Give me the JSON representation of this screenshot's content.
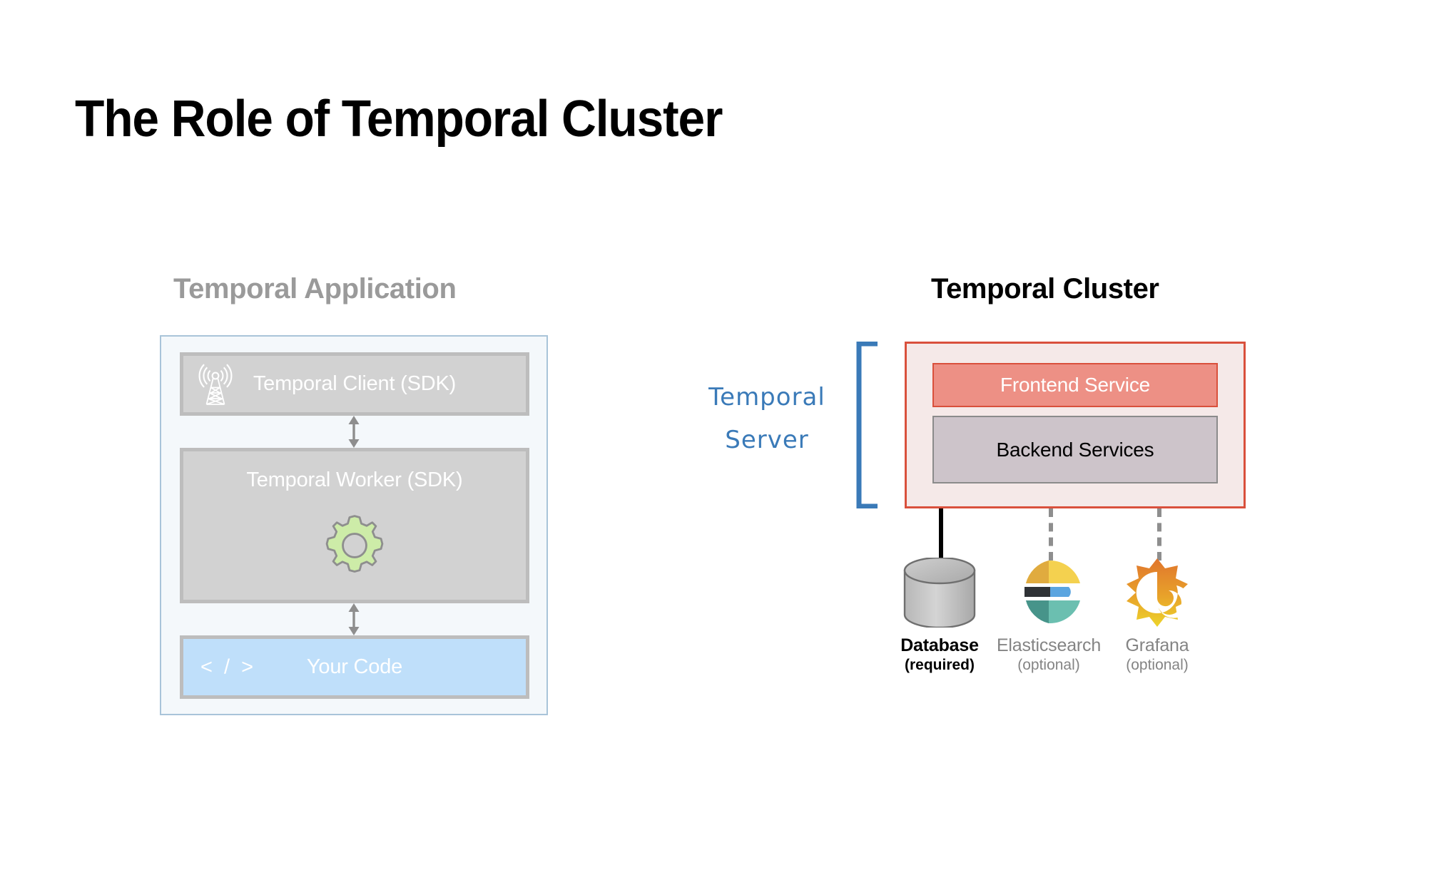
{
  "slide": {
    "title": "The Role of Temporal Cluster",
    "background": "#ffffff"
  },
  "left_panel": {
    "heading": "Temporal Application",
    "heading_color": "#9a9a9a",
    "border_color": "#a9c4d9",
    "fill_color": "#f4f8fb",
    "boxes": [
      {
        "label": "Temporal Client (SDK)",
        "icon": "radio-tower-icon",
        "fill": "#d2d2d2",
        "border": "#bdbdbd",
        "text_color": "#ffffff"
      },
      {
        "label": "Temporal Worker (SDK)",
        "icon": "gear-icon",
        "icon_fill": "#cdeca8",
        "fill": "#d2d2d2",
        "border": "#bdbdbd",
        "text_color": "#ffffff"
      },
      {
        "label": "Your Code",
        "icon": "code-brackets-icon",
        "glyph": "< / >",
        "fill": "#bfdffa",
        "border": "#bdbdbd",
        "text_color": "#ffffff"
      }
    ],
    "connectors": [
      {
        "type": "double-arrow",
        "color": "#8e8e8e"
      },
      {
        "type": "double-arrow",
        "color": "#8e8e8e"
      }
    ]
  },
  "right_panel": {
    "heading": "Temporal Cluster",
    "heading_color": "#000000",
    "border_color": "#d9503c",
    "fill_color": "#f5e9e8",
    "annotation": {
      "line1": "Temporal",
      "line2": "Server",
      "color": "#3a7ab8",
      "bracket": "left-square-bracket"
    },
    "services": [
      {
        "label": "Frontend Service",
        "fill": "#ed9085",
        "border": "#d9503c",
        "text_color": "#ffffff"
      },
      {
        "label": "Backend Services",
        "fill": "#cdc4ca",
        "border": "#8b8b8b",
        "text_color": "#000000"
      }
    ],
    "dependencies": [
      {
        "name": "Database",
        "qualifier": "(required)",
        "icon": "database-cylinder-icon",
        "connector": "solid",
        "connector_color": "#000000",
        "text_color": "#000000",
        "required": true
      },
      {
        "name": "Elasticsearch",
        "qualifier": "(optional)",
        "icon": "elasticsearch-logo-icon",
        "connector": "dashed",
        "connector_color": "#8e8e8e",
        "text_color": "#848484",
        "required": false
      },
      {
        "name": "Grafana",
        "qualifier": "(optional)",
        "icon": "grafana-logo-icon",
        "connector": "dashed",
        "connector_color": "#8e8e8e",
        "text_color": "#848484",
        "required": false
      }
    ]
  }
}
